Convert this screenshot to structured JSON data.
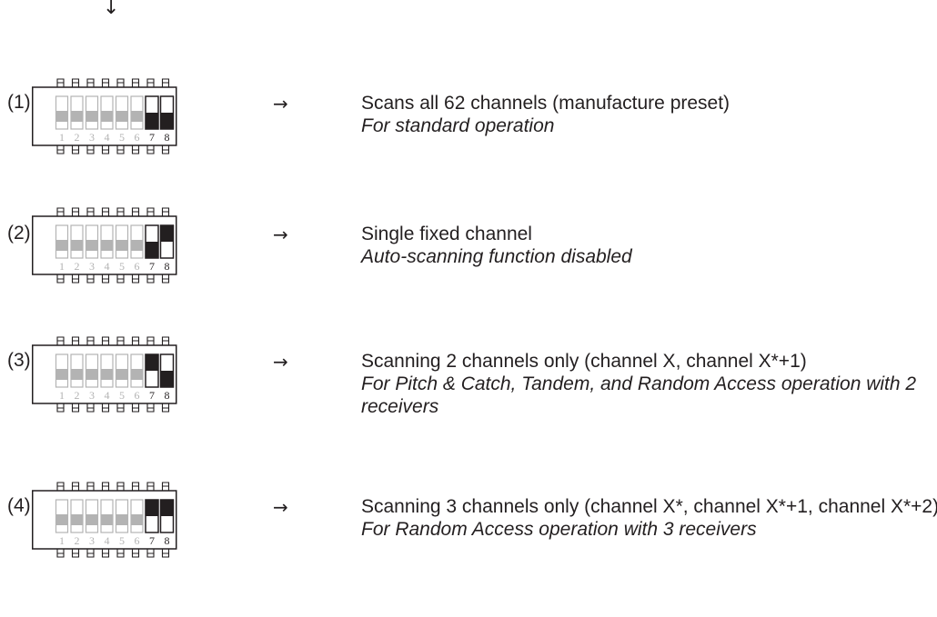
{
  "top_arrow": "↓",
  "arrow_glyph": "→",
  "switch_numbers": [
    "1",
    "2",
    "3",
    "4",
    "5",
    "6",
    "7",
    "8"
  ],
  "colors": {
    "ink": "#231f20",
    "inactive": "#b3b3b3",
    "knob": "#231f20"
  },
  "settings": [
    {
      "label": "(1)",
      "sw7": "down",
      "sw8": "down",
      "main": "Scans all 62 channels (manufacture preset)",
      "sub": "For standard operation"
    },
    {
      "label": "(2)",
      "sw7": "down",
      "sw8": "up",
      "main": "Single fixed channel",
      "sub": "Auto-scanning function disabled"
    },
    {
      "label": "(3)",
      "sw7": "up",
      "sw8": "down",
      "main": "Scanning 2 channels only (channel X, channel X*+1)",
      "sub": "For Pitch & Catch, Tandem, and Random Access operation with 2 receivers"
    },
    {
      "label": "(4)",
      "sw7": "up",
      "sw8": "up",
      "main": "Scanning 3 channels only (channel X*, channel X*+1, channel X*+2)",
      "sub": "For Random Access operation with 3 receivers"
    }
  ]
}
